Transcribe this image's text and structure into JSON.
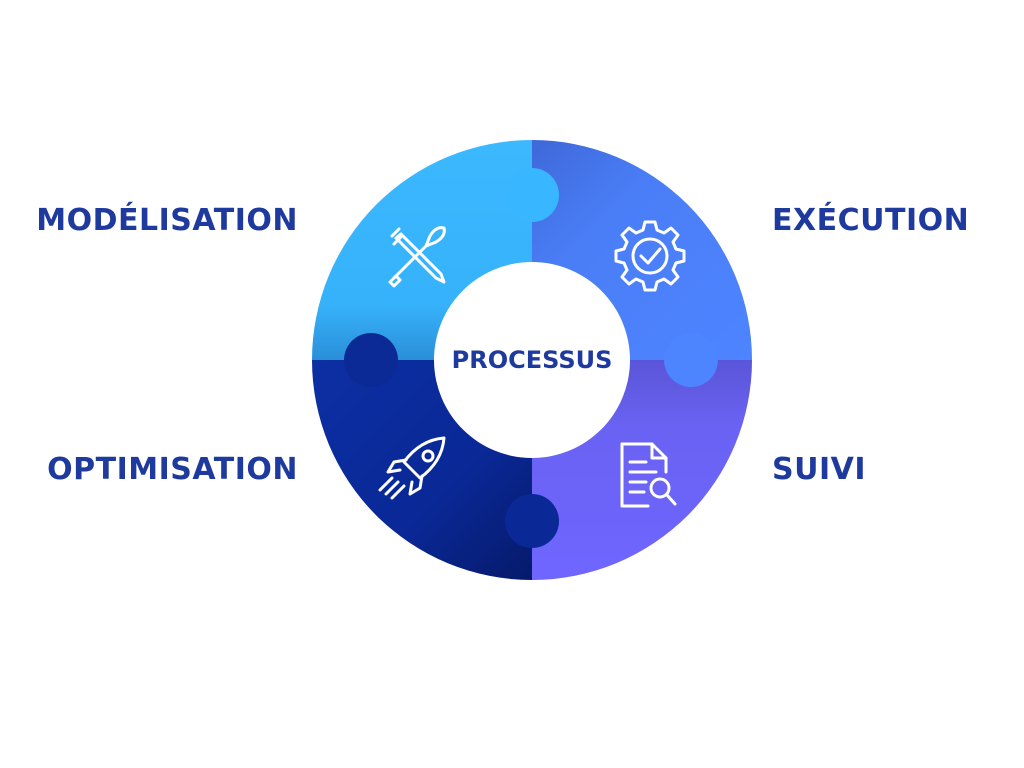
{
  "diagram": {
    "center_label": "PROCESSUS",
    "stages": [
      {
        "key": "modelisation",
        "label": "MODÉLISATION",
        "icon": "pencil-brush-icon"
      },
      {
        "key": "execution",
        "label": "EXÉCUTION",
        "icon": "gear-check-icon"
      },
      {
        "key": "optimisation",
        "label": "OPTIMISATION",
        "icon": "rocket-icon"
      },
      {
        "key": "suivi",
        "label": "SUIVI",
        "icon": "document-search-icon"
      }
    ],
    "colors": {
      "label_text": "#1f3a9e",
      "modelisation": "#38b6ff",
      "execution": "#4a7cf7",
      "optimisation": "#0b2a96",
      "suivi": "#6c63f5",
      "icon_stroke": "#ffffff"
    }
  }
}
